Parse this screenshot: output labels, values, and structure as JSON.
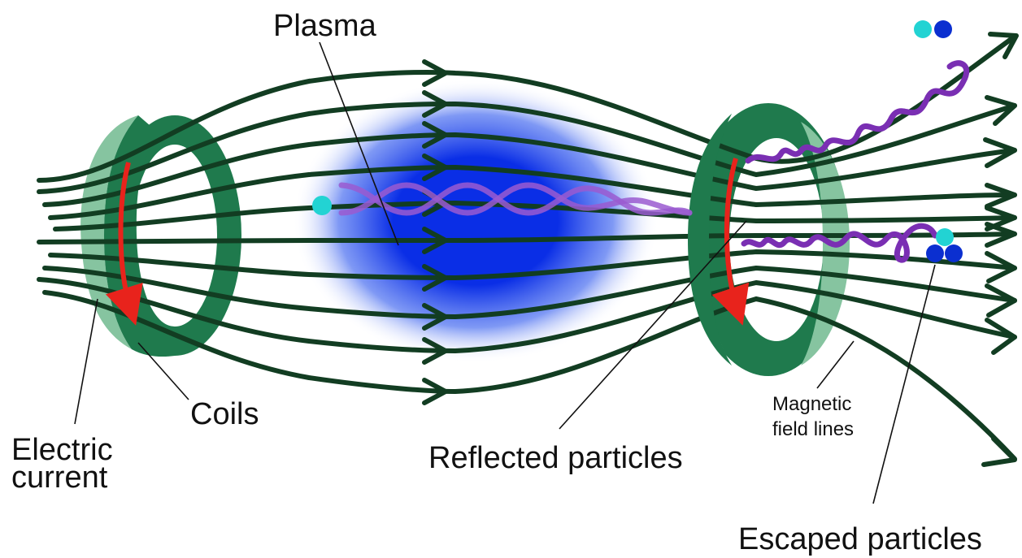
{
  "labels": {
    "plasma": "Plasma",
    "coils": "Coils",
    "electric_current_line1": "Electric",
    "electric_current_line2": "current",
    "reflected_particles": "Reflected particles",
    "magnetic_field_lines_line1": "Magnetic",
    "magnetic_field_lines_line2": "field lines",
    "escaped_particles": "Escaped particles"
  },
  "colors": {
    "coil_front": "#1f7a4d",
    "coil_inner": "#86c4a0",
    "field_line": "#123d22",
    "current_arrow": "#e8231c",
    "plasma_core": "#0a2ee6",
    "particle_path": "#7a2fb3",
    "ion": "#22d3d3",
    "electron": "#0b2fd0"
  }
}
